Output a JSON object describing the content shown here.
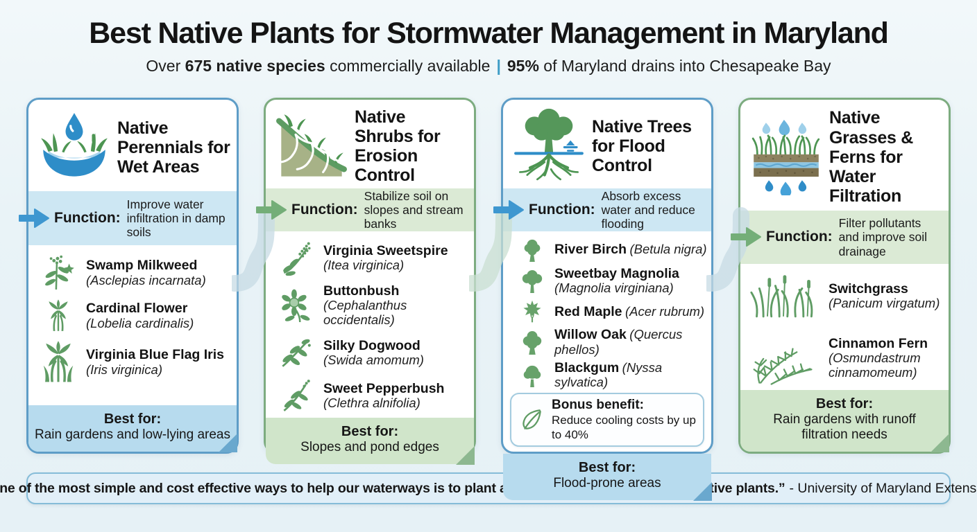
{
  "page": {
    "title": "Best Native Plants for Stormwater Management in Maryland",
    "subtitle": {
      "pre": "Over ",
      "stat1": "675 native species",
      "mid": " commercially available",
      "separator": "|",
      "stat2": "95%",
      "post": " of Maryland drains into Chesapeake Bay"
    }
  },
  "labels": {
    "function": "Function:",
    "best_for": "Best for:",
    "bonus": "Bonus benefit:"
  },
  "colors": {
    "blue_accent": "#3e97d0",
    "green_accent": "#74ae78",
    "blue_band": "#cde7f3",
    "green_band": "#dbead5",
    "blue_footer": "#b7dbee",
    "green_footer": "#d0e5ca",
    "plant_icon_green": "#5f9c64",
    "water_blue": "#2e8dc8"
  },
  "cards": [
    {
      "title": "Native Perennials for Wet Areas",
      "theme": "blue",
      "icon": "wet-basin-icon",
      "function": "Improve water infiltration in damp soils",
      "plants": [
        {
          "common": "Swamp Milkweed",
          "sci": "(Asclepias incarnata)",
          "icon": "milkweed-icon"
        },
        {
          "common": "Cardinal Flower",
          "sci": "(Lobelia cardinalis)",
          "icon": "cardinal-flower-icon"
        },
        {
          "common": "Virginia Blue Flag Iris",
          "sci": "(Iris virginica)",
          "icon": "iris-icon"
        }
      ],
      "best_for": "Rain gardens and low-lying areas"
    },
    {
      "title": "Native Shrubs for Erosion Control",
      "theme": "green",
      "icon": "slope-roots-icon",
      "function": "Stabilize soil on slopes and stream banks",
      "plants": [
        {
          "common": "Virginia Sweetspire",
          "sci": "(Itea virginica)",
          "icon": "sweetspire-icon"
        },
        {
          "common": "Buttonbush",
          "sci": "(Cephalanthus occidentalis)",
          "icon": "buttonbush-icon"
        },
        {
          "common": "Silky Dogwood",
          "sci": "(Swida amomum)",
          "icon": "dogwood-icon"
        },
        {
          "common": "Sweet Pepperbush",
          "sci": "(Clethra alnifolia)",
          "icon": "pepperbush-icon"
        }
      ],
      "best_for": "Slopes and pond edges"
    },
    {
      "title": "Native Trees for Flood Control",
      "theme": "blue",
      "icon": "tree-roots-water-icon",
      "function": "Absorb excess water and reduce flooding",
      "plants": [
        {
          "common": "River Birch",
          "sci": "(Betula nigra)",
          "icon": "birch-tree-icon"
        },
        {
          "common": "Sweetbay Magnolia",
          "sci": "(Magnolia virginiana)",
          "icon": "magnolia-tree-icon"
        },
        {
          "common": "Red Maple",
          "sci": "(Acer rubrum)",
          "icon": "maple-leaf-icon"
        },
        {
          "common": "Willow Oak",
          "sci": "(Quercus phellos)",
          "icon": "oak-tree-icon"
        },
        {
          "common": "Blackgum",
          "sci": "(Nyssa sylvatica)",
          "icon": "blackgum-tree-icon"
        }
      ],
      "bonus": {
        "text": "Reduce cooling costs by up to 40%",
        "icon": "leaf-outline-icon"
      },
      "best_for": "Flood-prone areas"
    },
    {
      "title": "Native Grasses & Ferns for Water Filtration",
      "theme": "green",
      "icon": "soil-filter-layers-icon",
      "function": "Filter pollutants and improve soil drainage",
      "plants": [
        {
          "common": "Switchgrass",
          "sci": "(Panicum virgatum)",
          "icon": "grass-clump-icon"
        },
        {
          "common": "Cinnamon Fern",
          "sci": "(Osmundastrum cinnamomeum)",
          "icon": "fern-icon"
        }
      ],
      "best_for": "Rain gardens with runoff filtration needs"
    }
  ],
  "quote": {
    "text": "“One of the most simple and cost effective ways to help our waterways is to plant an abundance and diversity of native plants.”",
    "attribution": "- University of Maryland Extension"
  }
}
